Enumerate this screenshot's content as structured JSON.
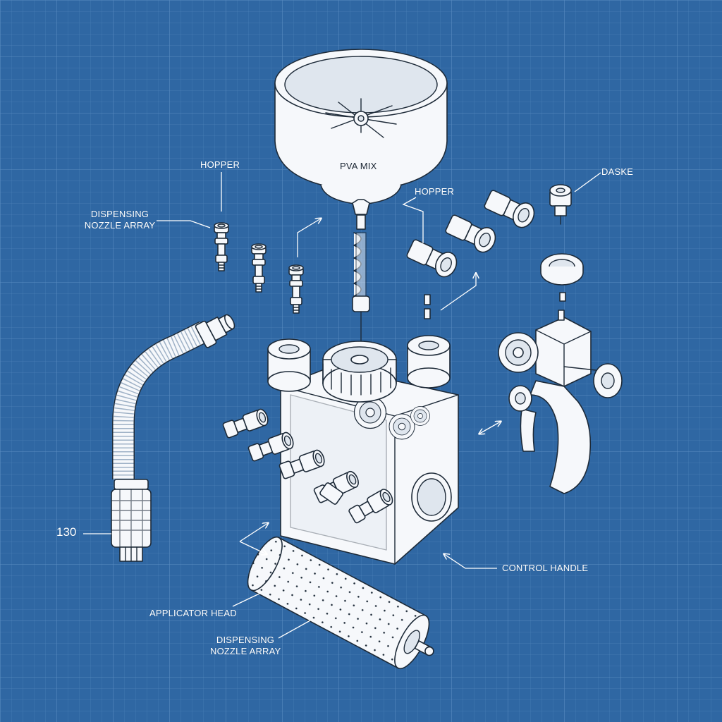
{
  "colors": {
    "background": "#2f67a3",
    "grid_minor": "#4a7fb8",
    "grid_major": "#5b8cc2",
    "part_fill": "#f6f8fb",
    "part_stroke": "#1d2a38",
    "label": "#ffffff"
  },
  "labels": {
    "hopper_left": "HOPPER",
    "dispensing_top_line1": "DISPENSING",
    "dispensing_top_line2": "NOZZLE ARRAY",
    "pva_mix": "PVA MIX",
    "hopper_center": "HOPPER",
    "daske": "DASKE",
    "number_130": "130",
    "control_handle": "CONTROL HANDLE",
    "applicator_head": "APPLICATOR HEAD",
    "dispensing_bottom_line1": "DISPENSING",
    "dispensing_bottom_line2": "NOZZLE ARRAY"
  }
}
